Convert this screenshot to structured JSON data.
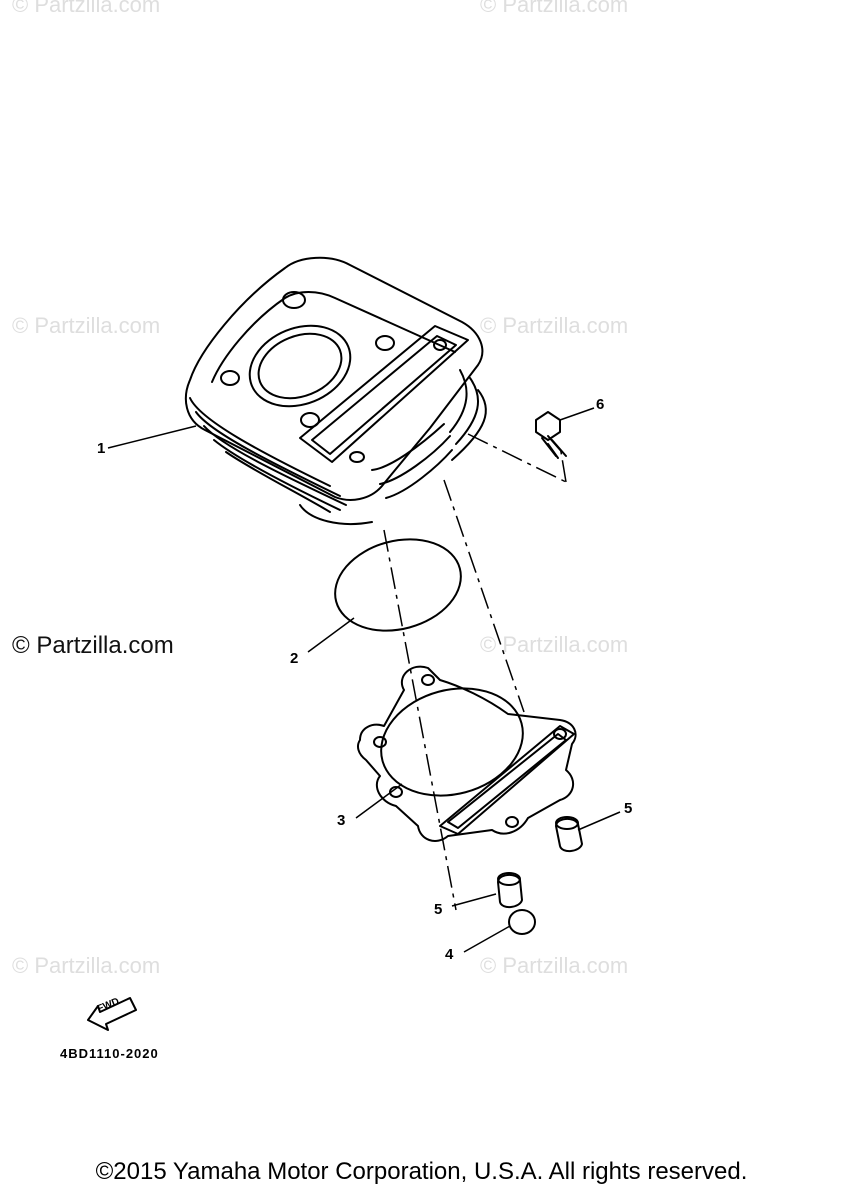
{
  "watermarks": {
    "faint": "© Partzilla.com",
    "main": "© Partzilla.com"
  },
  "callouts": {
    "c1": "1",
    "c2": "2",
    "c3": "3",
    "c4": "4",
    "c5a": "5",
    "c5b": "5",
    "c6": "6"
  },
  "fwd_label": "FWD",
  "diagram_code": "4BD1110-2020",
  "copyright": "©2015 Yamaha Motor Corporation, U.S.A. All rights reserved."
}
